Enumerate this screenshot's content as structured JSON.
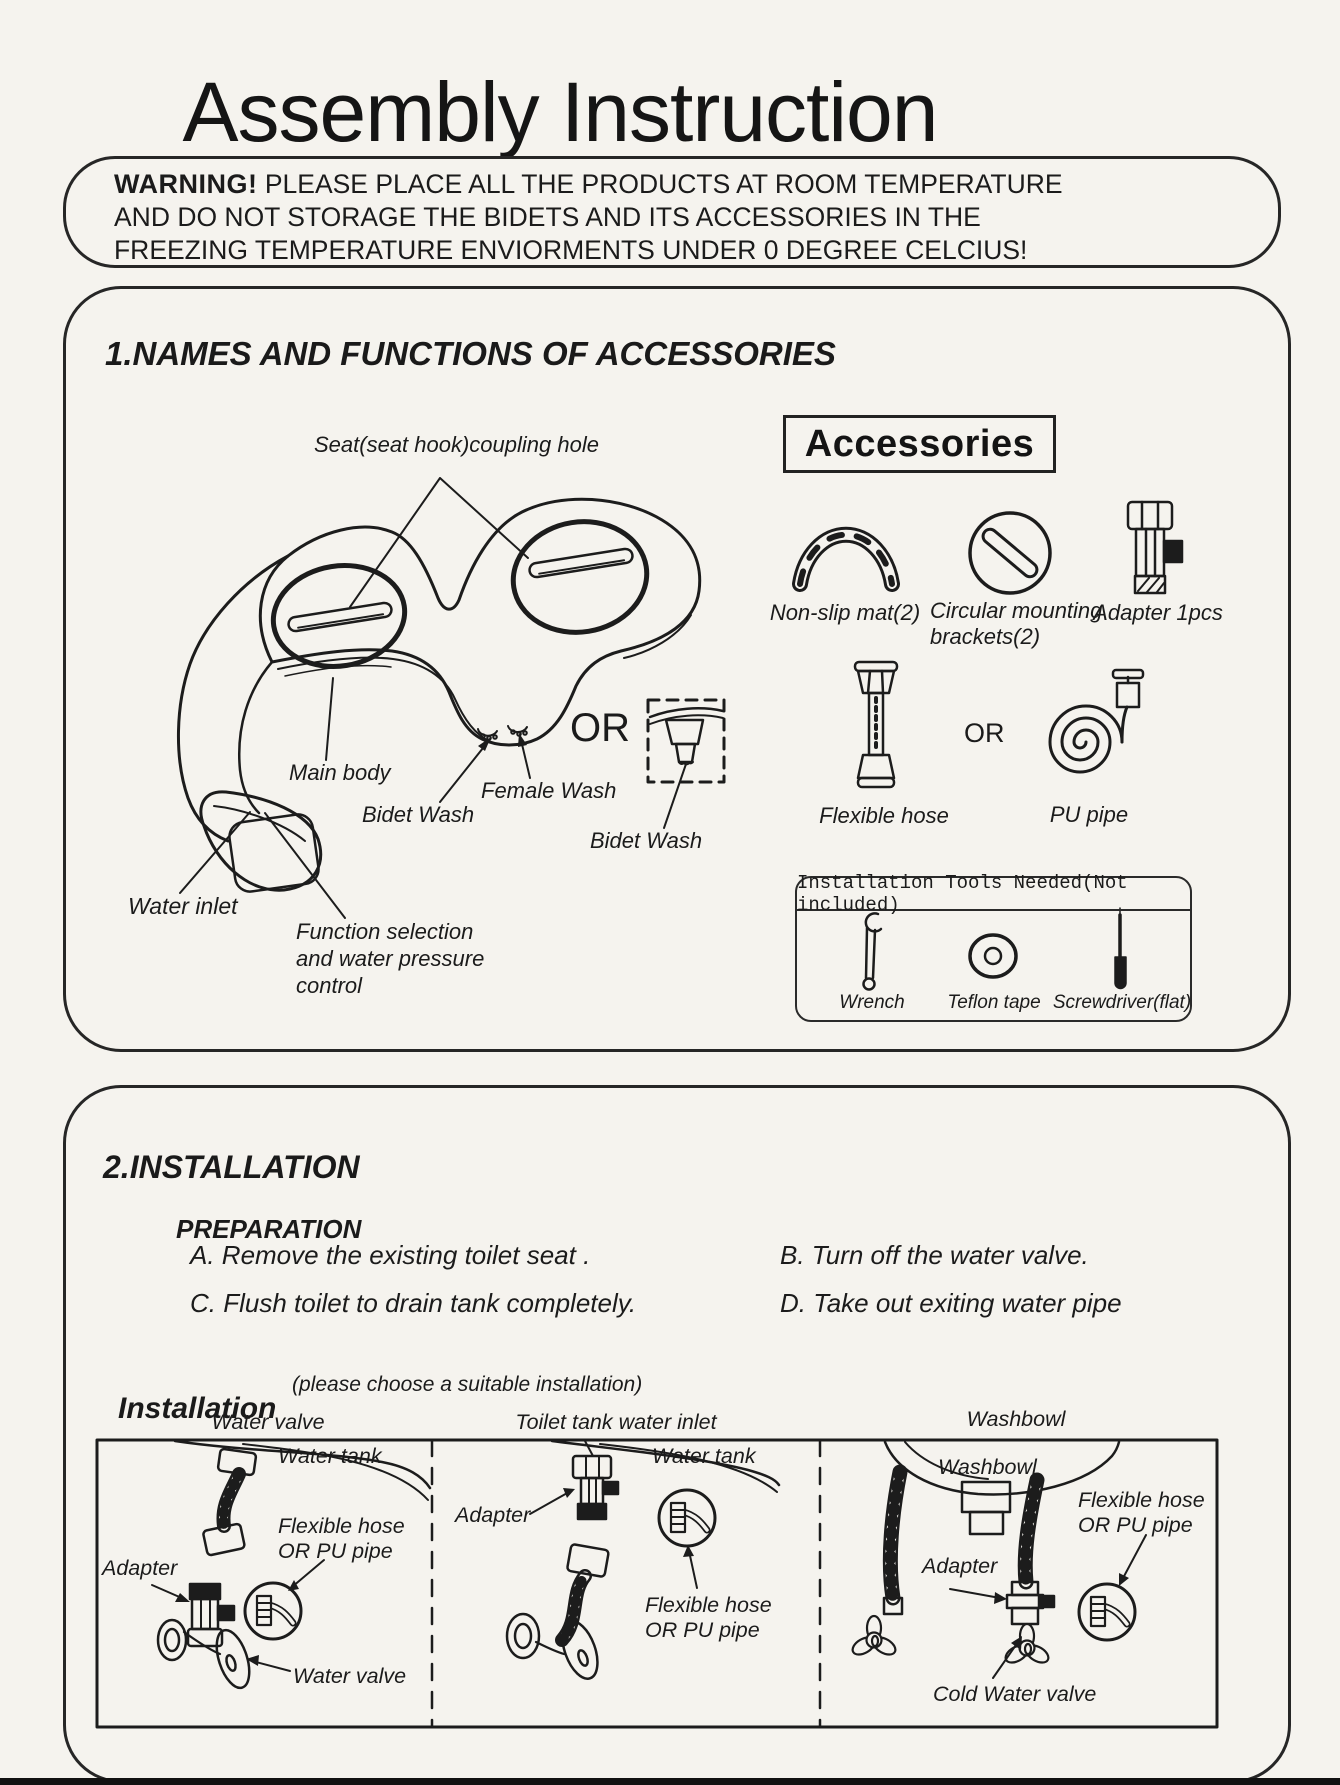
{
  "page": {
    "title": "Assembly Instruction"
  },
  "warning": {
    "label": "WARNING!",
    "text": "PLEASE PLACE ALL THE PRODUCTS AT ROOM TEMPERATURE\nAND DO NOT STORAGE THE BIDETS AND ITS ACCESSORIES IN THE\nFREEZING TEMPERATURE ENVIORMENTS UNDER 0 DEGREE CELCIUS!"
  },
  "section1": {
    "title": "1.NAMES AND FUNCTIONS OF ACCESSORIES",
    "diagram_labels": {
      "seat_hole": "Seat(seat hook)coupling hole",
      "main_body": "Main body",
      "bidet_wash": "Bidet Wash",
      "female_wash": "Female Wash",
      "or": "OR",
      "bidet_wash_alt": "Bidet Wash",
      "water_inlet": "Water inlet",
      "function_control": "Function selection\nand water pressure\ncontrol"
    },
    "accessories": {
      "title": "Accessories",
      "or": "OR",
      "items": [
        {
          "icon": "non-slip-mat-icon",
          "label": "Non-slip mat(2)"
        },
        {
          "icon": "mounting-bracket-icon",
          "label": "Circular mounting\nbrackets(2)"
        },
        {
          "icon": "adapter-icon",
          "label": "Adapter 1pcs"
        },
        {
          "icon": "flexible-hose-icon",
          "label": "Flexible hose"
        },
        {
          "icon": "pu-pipe-icon",
          "label": "PU pipe"
        }
      ]
    },
    "tools": {
      "title": "Installation Tools Needed(Not included)",
      "items": [
        {
          "icon": "wrench-icon",
          "label": "Wrench"
        },
        {
          "icon": "teflon-tape-icon",
          "label": "Teflon tape"
        },
        {
          "icon": "screwdriver-icon",
          "label": "Screwdriver(flat)"
        }
      ]
    }
  },
  "section2": {
    "title": "2.INSTALLATION",
    "preparation_title": "PREPARATION",
    "steps": [
      "A. Remove the existing toilet seat .",
      "B. Turn off the water valve.",
      "C. Flush toilet to drain tank completely.",
      "D. Take out exiting water pipe"
    ],
    "installation_title": "Installation",
    "installation_note": "(please choose a suitable installation)",
    "columns": [
      "Water valve",
      "Toilet tank water inlet",
      "Washbowl"
    ],
    "panels": [
      {
        "header": "Water valve",
        "labels": {
          "tank": "Water tank",
          "hose": "Flexible hose\nOR PU pipe",
          "adapter": "Adapter",
          "valve": "Water valve"
        }
      },
      {
        "header": "Toilet tank water inlet",
        "labels": {
          "tank": "Water tank",
          "adapter": "Adapter",
          "hose": "Flexible hose\nOR PU pipe"
        }
      },
      {
        "header": "Washbowl",
        "labels": {
          "bowl": "Washbowl",
          "hose": "Flexible hose\nOR PU pipe",
          "adapter": "Adapter",
          "valve": "Cold Water valve"
        }
      }
    ]
  }
}
